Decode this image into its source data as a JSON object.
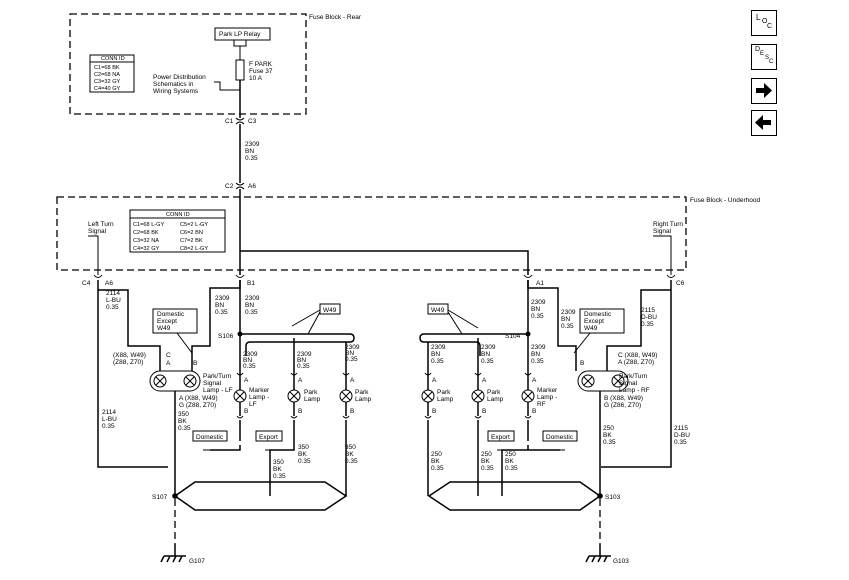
{
  "rear_block": {
    "title": "Fuse Block - Rear",
    "relay": "Park LP Relay",
    "fuse": [
      "F PARK",
      "Fuse 37",
      "10 A"
    ],
    "pd_note": [
      "Power Distribution",
      "Schematics in",
      "Wiring Systems"
    ],
    "conn_title": "CONN ID",
    "conn": [
      "C1=68 BK",
      "C2=68 NA",
      "C3=32 GY",
      "C4=40 GY"
    ]
  },
  "upper_connectors": {
    "left1": "C1",
    "right1": "C3",
    "left2": "C2",
    "right2": "A6"
  },
  "feed_wire": [
    "2309",
    "BN",
    "0.35"
  ],
  "underhood_block": {
    "title": "Fuse Block - Underhood",
    "conn_title": "CONN ID",
    "conn_left": [
      "C1=68 L-GY",
      "C2=68 BK",
      "C3=32 NA",
      "C4=32 GY"
    ],
    "conn_right": [
      "C5=2 L-GY",
      "C6=2 BN",
      "C7=2 BK",
      "C8=2 L-GY"
    ],
    "left_signal": [
      "Left Turn",
      "Signal"
    ],
    "right_signal": [
      "Right Turn",
      "Signal"
    ]
  },
  "pins": {
    "c4": "C4",
    "a6": "A6",
    "b1": "B1",
    "a1": "A1",
    "c6": "C6"
  },
  "left": {
    "wire_2114": [
      "2114",
      "L-BU",
      "0.35"
    ],
    "wire_2309_a": [
      "2309",
      "BN",
      "0.35"
    ],
    "wire_2309_b": [
      "2309",
      "BN",
      "0.35"
    ],
    "domestic_except": [
      "Domestic",
      "Except",
      "W49"
    ],
    "w49": "W49",
    "s106": "S106",
    "pins_top": [
      "(X88, W49)",
      "(Z88, Z70)"
    ],
    "pin_c": "C",
    "pin_a": "A",
    "pin_b": "B",
    "lamp_name": [
      "Park/Turn",
      "Signal",
      "Lamp - LF"
    ],
    "pins_bottom": [
      "A (X88, W49)",
      "G (Z88, Z70)"
    ],
    "gnd_350_a": [
      "350",
      "BK",
      "0.35"
    ],
    "wire_2114_low": [
      "2114",
      "L-BU",
      "0.35"
    ],
    "br1": [
      "2309",
      "BN",
      "0.35"
    ],
    "br2": [
      "2309",
      "BN",
      "0.35"
    ],
    "br3": [
      "2309",
      "BN",
      "0.35"
    ],
    "marker": [
      "Marker",
      "Lamp -",
      "LF"
    ],
    "park1": [
      "Park",
      "Lamp"
    ],
    "park2": [
      "Park",
      "Lamp"
    ],
    "lamp_a": "A",
    "lamp_b": "B",
    "domestic": "Domestic",
    "export": "Export",
    "g350_1": [
      "350",
      "BK",
      "0.35"
    ],
    "g350_2": [
      "350",
      "BK",
      "0.35"
    ],
    "g350_3": [
      "350",
      "BK",
      "0.35"
    ],
    "s107": "S107",
    "g107": "G107"
  },
  "right": {
    "w49": "W49",
    "s104": "S104",
    "wire_2309_a": [
      "2309",
      "BN",
      "0.35"
    ],
    "wire_2309_b": [
      "2309",
      "BN",
      "0.35"
    ],
    "wire_2115": [
      "2115",
      "D-BU",
      "0.35"
    ],
    "domestic_except": [
      "Domestic",
      "Except",
      "W49"
    ],
    "br1": [
      "2309",
      "BN",
      "0.35"
    ],
    "br2": [
      "2309",
      "BN",
      "0.35"
    ],
    "br3": [
      "2309",
      "BN",
      "0.35"
    ],
    "park1": [
      "Park",
      "Lamp"
    ],
    "park2": [
      "Park",
      "Lamp"
    ],
    "marker": [
      "Marker",
      "Lamp -",
      "RF"
    ],
    "lamp_a": "A",
    "lamp_b": "B",
    "pins_top": [
      "C (X88, W49)",
      "A (Z88, Z70)"
    ],
    "pin_b": "B",
    "lamp_name": [
      "Park/Turn",
      "Signal",
      "Lamp - RF"
    ],
    "pins_bottom": [
      "B (X88, W49)",
      "G (Z86, Z70)"
    ],
    "gnd_250_a": [
      "250",
      "BK",
      "0.35"
    ],
    "wire_2115_low": [
      "2115",
      "D-BU",
      "0.35"
    ],
    "export": "Export",
    "domestic": "Domestic",
    "g250_1": [
      "250",
      "BK",
      "0.35"
    ],
    "g250_2": [
      "250",
      "BK",
      "0.35"
    ],
    "g250_3": [
      "250",
      "BK",
      "0.35"
    ],
    "s103": "S103",
    "g103": "G103"
  },
  "nav": {
    "loc": [
      "L",
      "O",
      "C"
    ],
    "desc": [
      "D",
      "E",
      "S",
      "C"
    ]
  }
}
